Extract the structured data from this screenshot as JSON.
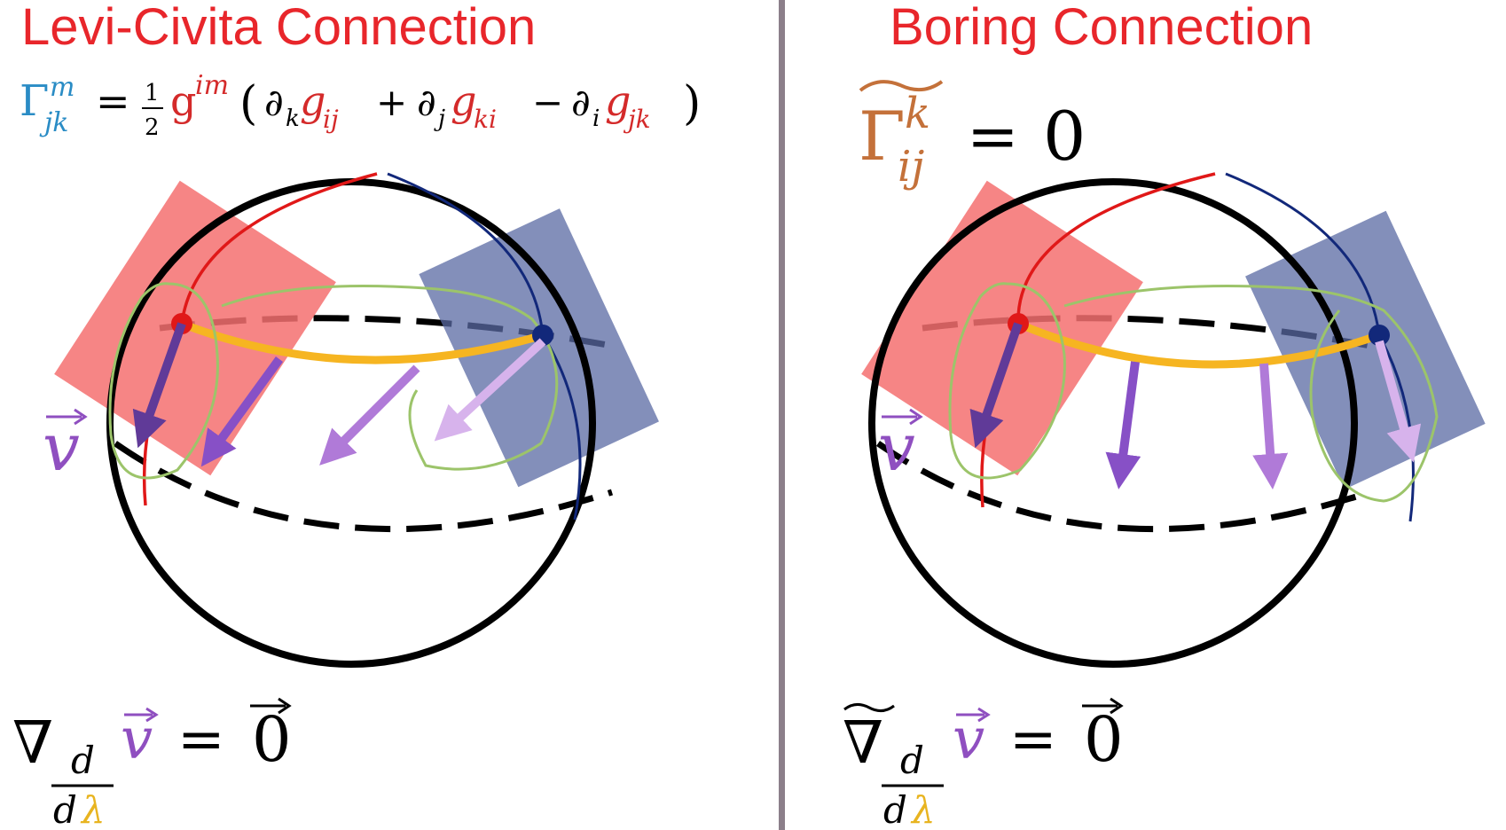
{
  "colors": {
    "title_red": "#e8262b",
    "divider": "#8c7f8a",
    "gamma_blue": "#2a8cc5",
    "metric_red": "#d42a2a",
    "gamma_brown": "#c4713a",
    "vector_purple": "#8f4fc0",
    "lambda_yellow": "#e8b420",
    "sphere": "#000000",
    "red_patch": "#f47070",
    "blue_patch": "#5a6aa3",
    "path_orange": "#f6b521",
    "outline_green": "#9cc46a",
    "meridian_red": "#e01818",
    "meridian_blue": "#12287a",
    "arrow_dark": "#603a98",
    "arrow_mid": "#8750c6",
    "arrow_light": "#b07ad8",
    "arrow_pale": "#d7b3ec"
  },
  "left_panel": {
    "title": "Levi-Civita Connection",
    "christoffel": {
      "Gamma": "Γ",
      "sup": "m",
      "sub": "jk",
      "eq": "=",
      "frac_num": "1",
      "frac_den": "2",
      "g_inv": "g",
      "g_inv_sup": "im",
      "open": "(",
      "d1": "∂",
      "d1_sub": "k",
      "g1": "g",
      "g1_sub": "ij",
      "plus": "+",
      "d2": "∂",
      "d2_sub": "j",
      "g2": "g",
      "g2_sub": "ki",
      "minus": "−",
      "d3": "∂",
      "d3_sub": "i",
      "g3": "g",
      "g3_sub": "jk",
      "close": ")"
    },
    "vector_label": "v",
    "nabla": {
      "symbol": "∇",
      "num": "d",
      "den_d": "d",
      "den_lambda": "λ",
      "v": "v",
      "eq": "=",
      "zero": "0"
    },
    "transported_vectors": [
      {
        "name": "start",
        "shade": "dark"
      },
      {
        "name": "second",
        "shade": "mid"
      },
      {
        "name": "third",
        "shade": "light"
      },
      {
        "name": "end",
        "shade": "pale"
      }
    ]
  },
  "right_panel": {
    "title": "Boring Connection",
    "christoffel": {
      "Gamma": "Γ",
      "sup": "k",
      "sub": "ij",
      "eq": "=",
      "value": "0"
    },
    "vector_label": "v",
    "nabla": {
      "symbol": "∇",
      "num": "d",
      "den_d": "d",
      "den_lambda": "λ",
      "v": "v",
      "eq": "=",
      "zero": "0"
    },
    "transported_vectors": [
      {
        "name": "start",
        "shade": "dark"
      },
      {
        "name": "second",
        "shade": "mid"
      },
      {
        "name": "third",
        "shade": "light"
      },
      {
        "name": "end",
        "shade": "pale"
      }
    ]
  }
}
